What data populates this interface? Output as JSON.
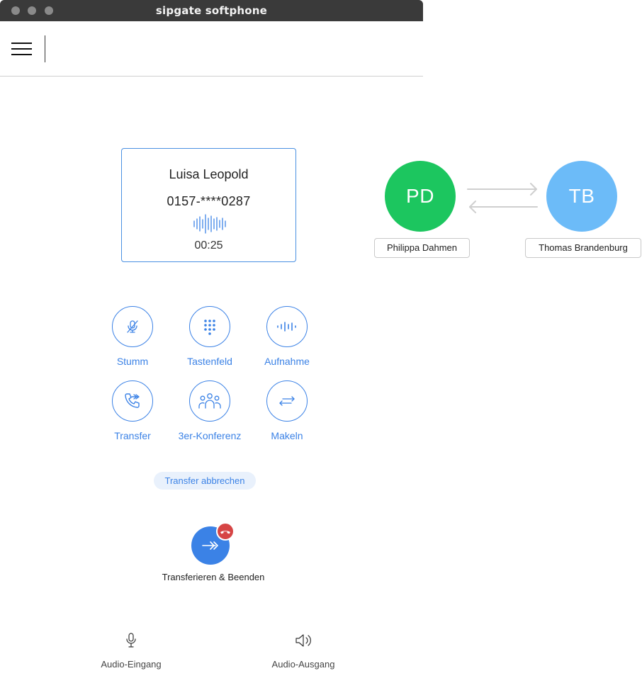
{
  "window": {
    "title": "sipgate softphone"
  },
  "call": {
    "name": "Luisa Leopold",
    "number": "0157-****0287",
    "duration": "00:25"
  },
  "actions": [
    {
      "label": "Stumm",
      "icon": "microphone-muted-icon"
    },
    {
      "label": "Tastenfeld",
      "icon": "keypad-icon"
    },
    {
      "label": "Aufnahme",
      "icon": "record-waveform-icon"
    },
    {
      "label": "Transfer",
      "icon": "phone-transfer-icon"
    },
    {
      "label": "3er-Konferenz",
      "icon": "conference-icon"
    },
    {
      "label": "Makeln",
      "icon": "swap-arrows-icon"
    }
  ],
  "transfer": {
    "cancel_label": "Transfer abbrechen",
    "end_label": "Transferieren & Beenden"
  },
  "audio": {
    "input_label": "Audio-Eingang",
    "output_label": "Audio-Ausgang"
  },
  "illustration": {
    "left": {
      "initials": "PD",
      "name": "Philippa Dahmen",
      "color": "#1cc65f"
    },
    "right": {
      "initials": "TB",
      "name": "Thomas Brandenburg",
      "color": "#6cbbf8"
    }
  },
  "colors": {
    "accent": "#3b82e6",
    "hangup": "#d64545"
  }
}
